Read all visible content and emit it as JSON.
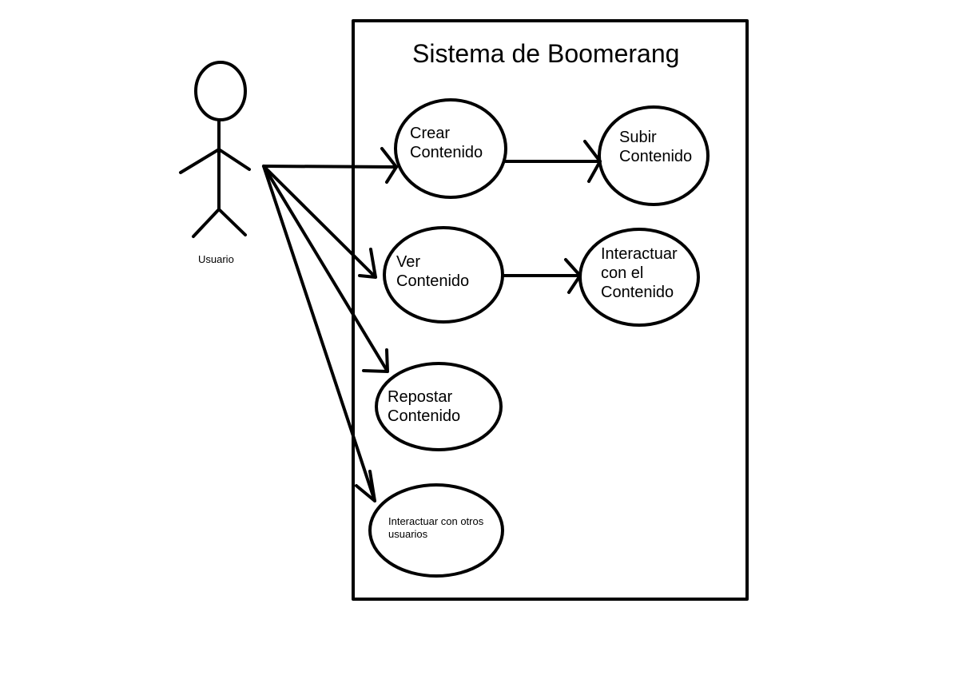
{
  "system": {
    "title": "Sistema de Boomerang"
  },
  "actor": {
    "label": "Usuario",
    "icon": "stick-figure-icon"
  },
  "use_cases": {
    "crear": [
      "Crear",
      "Contenido"
    ],
    "subir": [
      "Subir",
      "Contenido"
    ],
    "ver": [
      "Ver",
      "Contenido"
    ],
    "interactuar_contenido": [
      "Interactuar",
      "con el",
      "Contenido"
    ],
    "repostar": [
      "Repostar",
      "Contenido"
    ],
    "interactuar_usuarios": [
      "Interactuar con otros",
      "usuarios"
    ]
  },
  "colors": {
    "ink": "#000000",
    "background": "#ffffff"
  }
}
